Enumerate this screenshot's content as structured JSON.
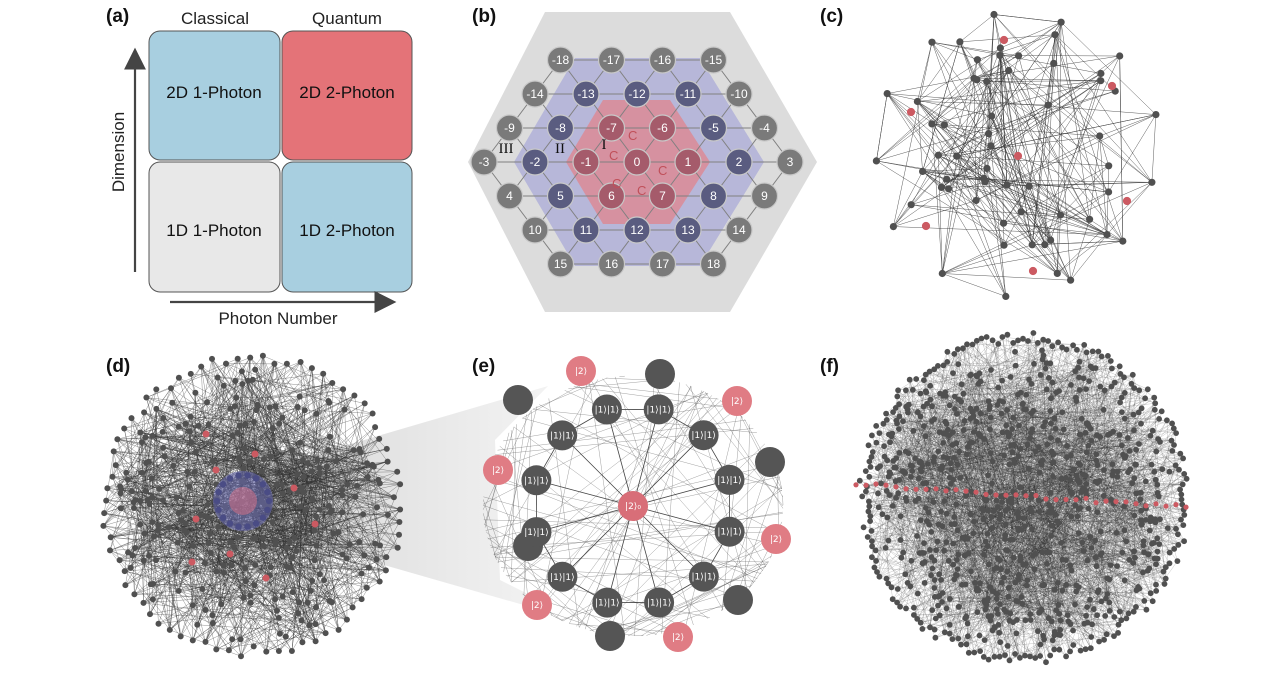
{
  "panel_labels": [
    "(a)",
    "(b)",
    "(c)",
    "(d)",
    "(e)",
    "(f)"
  ],
  "panel_a": {
    "columns": [
      "Classical",
      "Quantum"
    ],
    "boxes": [
      {
        "label": "2D 1-Photon",
        "color": "#a8cfe0"
      },
      {
        "label": "2D 2-Photon",
        "color": "#e47378"
      },
      {
        "label": "1D 1-Photon",
        "color": "#e8e8e8"
      },
      {
        "label": "1D 2-Photon",
        "color": "#a8cfe0"
      }
    ],
    "y_axis_label": "Dimension",
    "x_axis_label": "Photon Number"
  },
  "panel_b": {
    "rows": [
      [
        "-18",
        "-17",
        "-16",
        "-15"
      ],
      [
        "-14",
        "-13",
        "-12",
        "-11",
        "-10"
      ],
      [
        "-9",
        "-8",
        "-7",
        "-6",
        "-5",
        "-4"
      ],
      [
        "-3",
        "-2",
        "-1",
        "0",
        "1",
        "2",
        "3"
      ],
      [
        "4",
        "5",
        "6",
        "7",
        "8",
        "9"
      ],
      [
        "10",
        "11",
        "12",
        "13",
        "14"
      ],
      [
        "15",
        "16",
        "17",
        "18"
      ]
    ],
    "region_labels": [
      "I",
      "II",
      "III"
    ],
    "coupling_label": "C",
    "colors": {
      "outer": "#dcdcdc",
      "middle": "#b3b3d8",
      "inner": "#d98d99",
      "node_outer": "#7a7a7a",
      "node_middle": "#5a5c80",
      "node_inner": "#a55b6b"
    }
  },
  "panel_e": {
    "center_ket": "|2⟩₀",
    "pink_kets": [
      "|2⟩",
      "|2⟩",
      "|2⟩",
      "|2⟩",
      "|2⟩",
      "|2⟩"
    ],
    "gray_kets": [
      "|1⟩|1⟩",
      "|1⟩|1⟩",
      "|1⟩|1⟩",
      "|1⟩|1⟩",
      "|1⟩|1⟩",
      "|1⟩|1⟩",
      "|1⟩|1⟩",
      "|1⟩|1⟩",
      "|1⟩|1⟩",
      "|1⟩|1⟩",
      "|1⟩|1⟩",
      "|1⟩|1⟩"
    ]
  },
  "colors": {
    "node": "#505050",
    "highlight": "#cc5a62",
    "edge": "#333333"
  }
}
